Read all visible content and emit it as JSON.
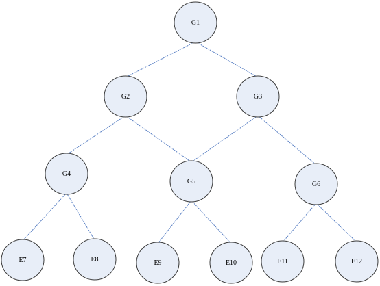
{
  "colors": {
    "node_fill": "#e8eef8",
    "node_stroke": "#3a3a3a",
    "edge": "#5a80c4",
    "text": "#000000"
  },
  "nodes": [
    {
      "id": "G1",
      "label": "G1"
    },
    {
      "id": "G2",
      "label": "G2"
    },
    {
      "id": "G3",
      "label": "G3"
    },
    {
      "id": "G4",
      "label": "G4"
    },
    {
      "id": "G5",
      "label": "G5"
    },
    {
      "id": "G6",
      "label": "G6"
    },
    {
      "id": "E7",
      "label": "E7"
    },
    {
      "id": "E8",
      "label": "E8"
    },
    {
      "id": "E9",
      "label": "E9"
    },
    {
      "id": "E10",
      "label": "E10"
    },
    {
      "id": "E11",
      "label": "E11"
    },
    {
      "id": "E12",
      "label": "E12"
    }
  ],
  "edges": [
    [
      "G1",
      "G2"
    ],
    [
      "G1",
      "G3"
    ],
    [
      "G2",
      "G4"
    ],
    [
      "G2",
      "G5"
    ],
    [
      "G3",
      "G5"
    ],
    [
      "G3",
      "G6"
    ],
    [
      "G4",
      "E7"
    ],
    [
      "G4",
      "E8"
    ],
    [
      "G5",
      "E9"
    ],
    [
      "G5",
      "E10"
    ],
    [
      "G6",
      "E11"
    ],
    [
      "G6",
      "E12"
    ]
  ]
}
